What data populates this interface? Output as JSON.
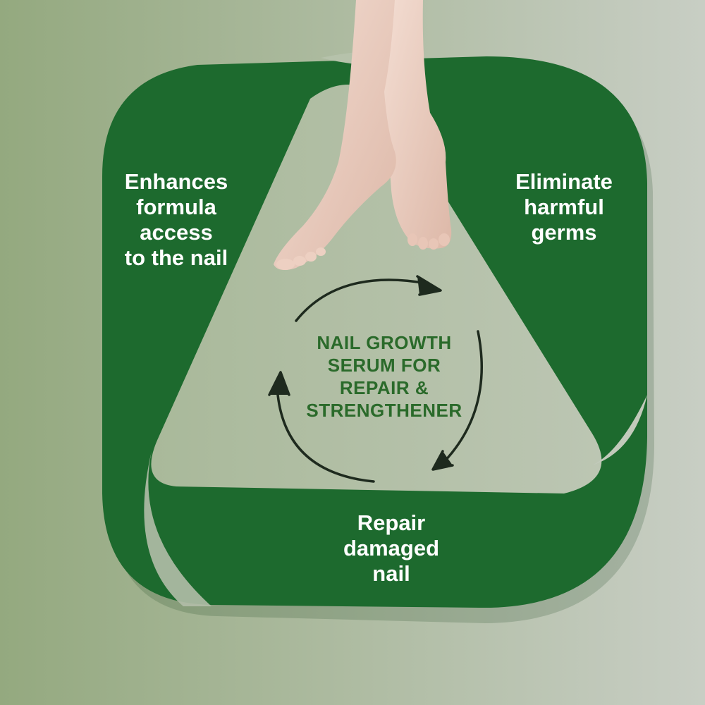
{
  "colors": {
    "background_left": "#94a97f",
    "background_right": "#c8cec4",
    "badge_green": "#1d6a2e",
    "triangle_fill": "#b3c0a7",
    "center_text": "#2a6a2a",
    "arrows": "#1e2a1e",
    "label_text": "#ffffff"
  },
  "center_title": {
    "line1": "NAIL GROWTH",
    "line2": "SERUM FOR",
    "line3": "REPAIR &",
    "line4": "STRENGTHENER"
  },
  "benefits": {
    "left": {
      "line1": "Enhances",
      "line2": "formula",
      "line3": "access",
      "line4": "to the nail"
    },
    "right": {
      "line1": "Eliminate",
      "line2": "harmful",
      "line3": "germs"
    },
    "bottom": {
      "line1": "Repair",
      "line2": "damaged",
      "line3": "nail"
    }
  },
  "icons": {
    "cycle": "cycle-arrows-icon",
    "feet": "feet-illustration"
  }
}
